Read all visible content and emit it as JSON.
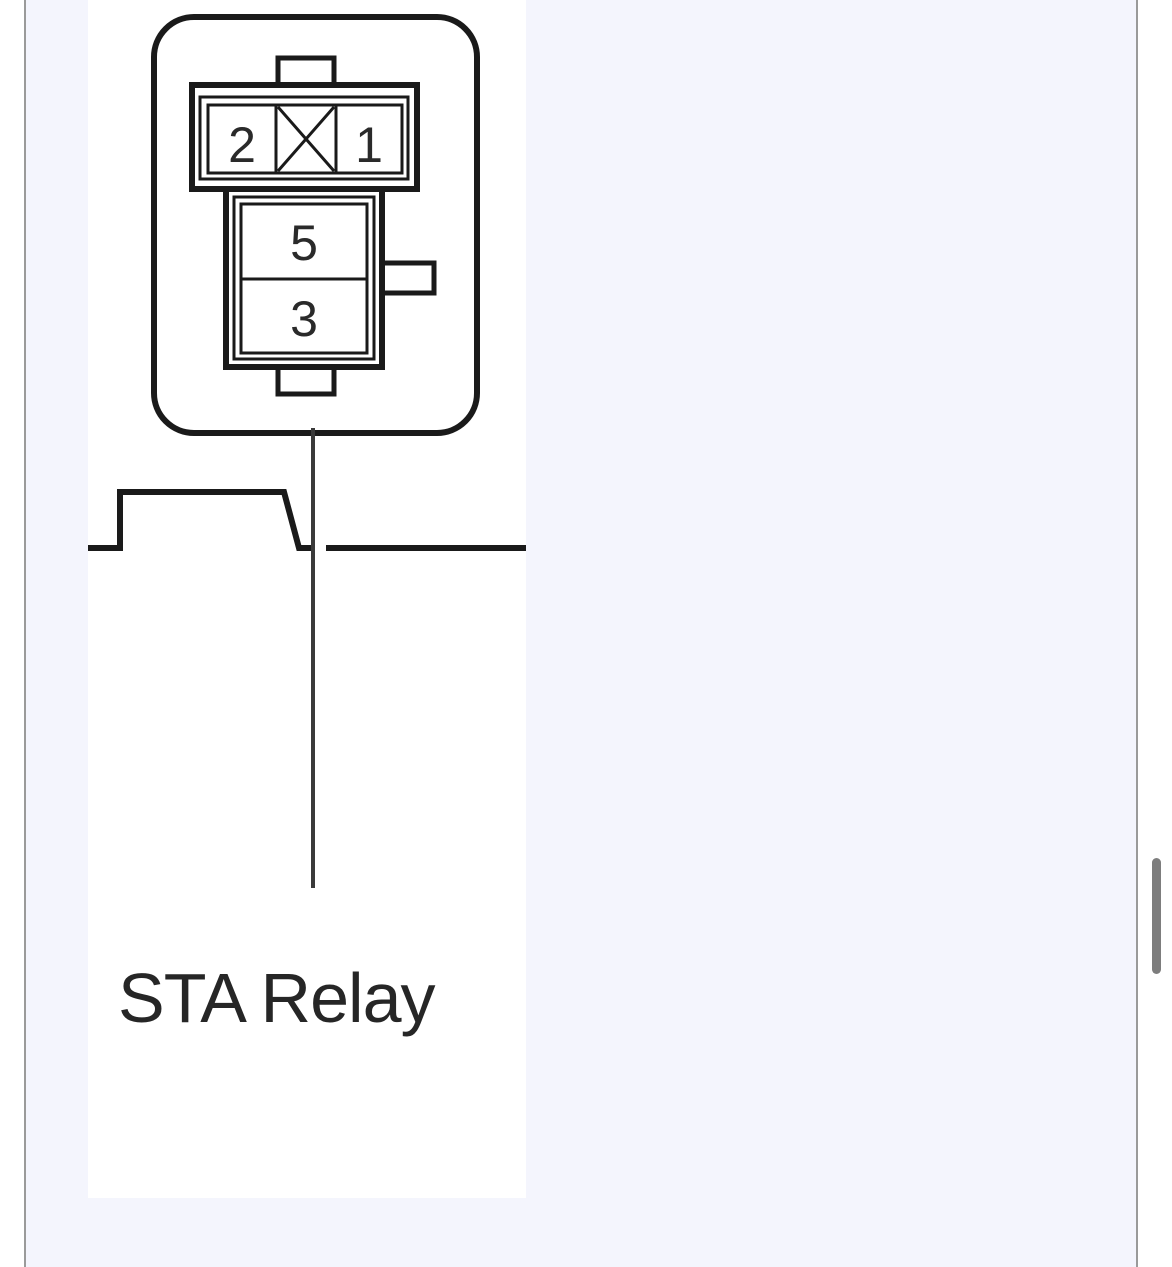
{
  "diagram": {
    "component_label": "STA Relay",
    "pins": {
      "top_left": "2",
      "top_right": "1",
      "upper": "5",
      "lower": "3"
    }
  },
  "colors": {
    "page_background": "#f4f5fd",
    "figure_background": "#ffffff",
    "line_color": "#1a1a1a",
    "scrollbar": "#7d7d7d"
  }
}
